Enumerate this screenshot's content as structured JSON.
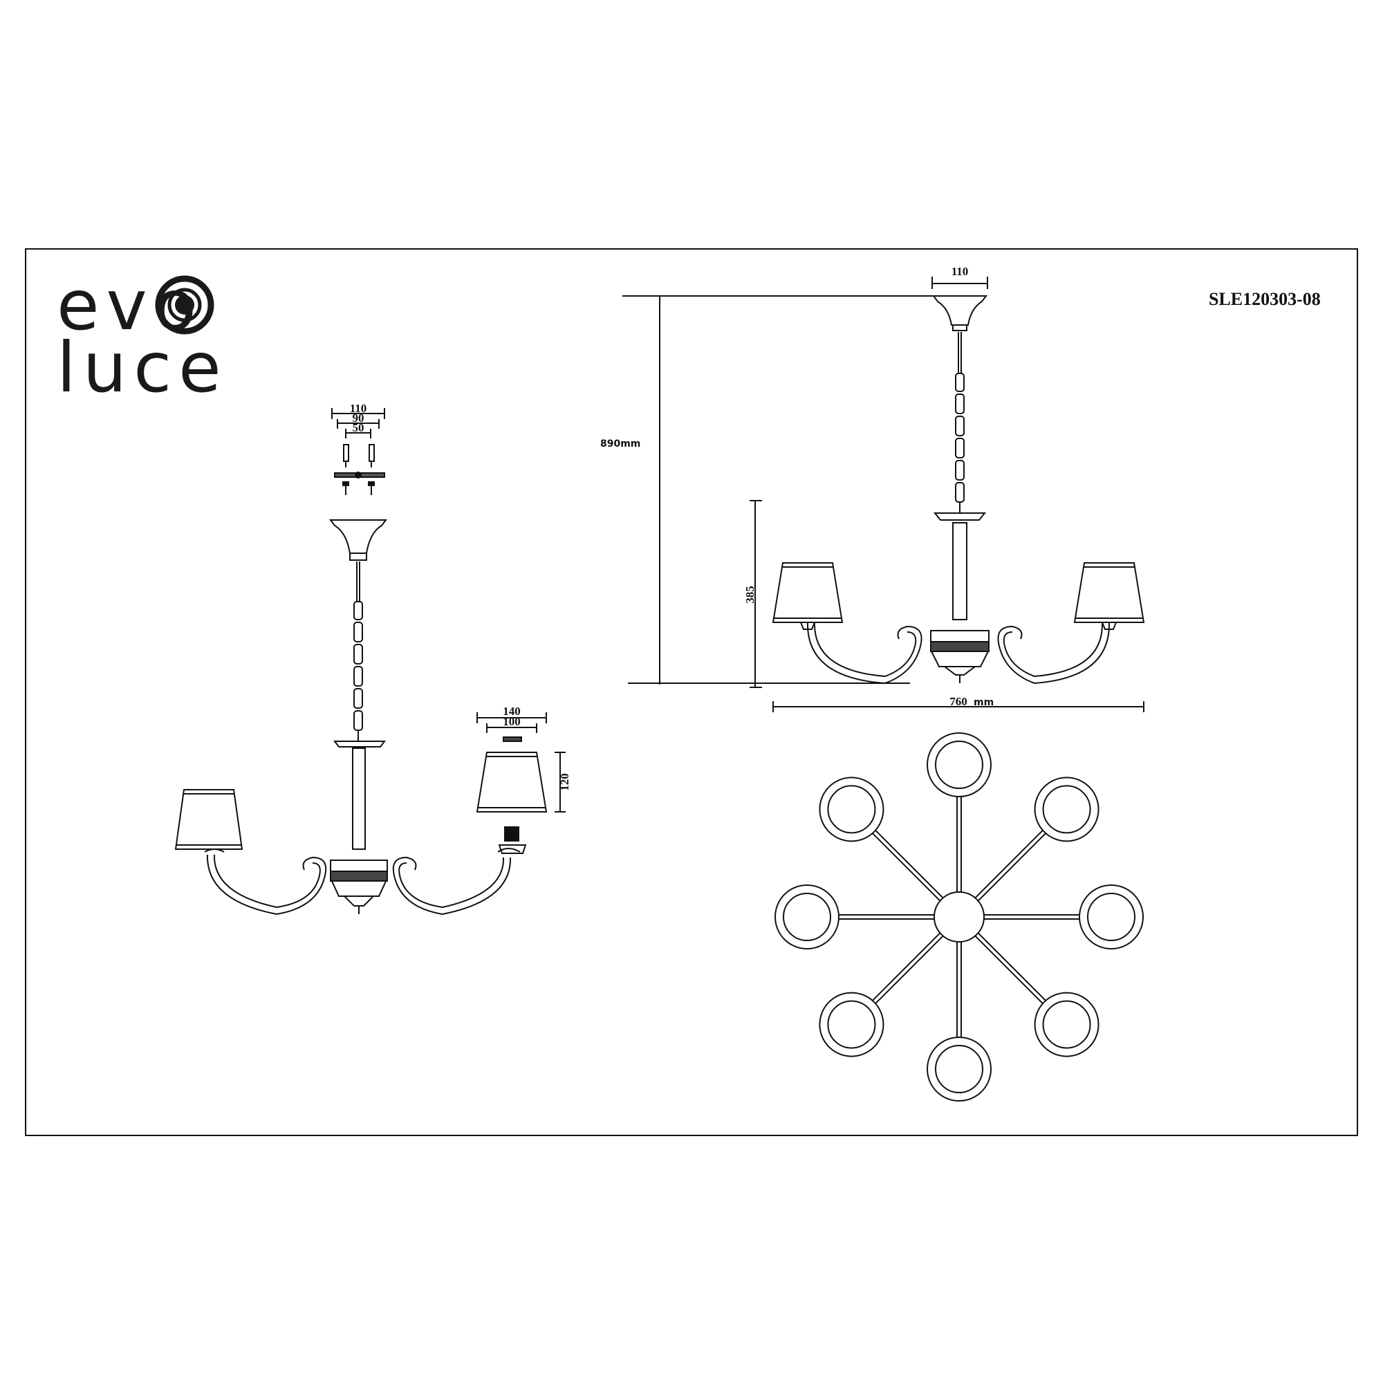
{
  "brand": {
    "line1": "evo",
    "line2": "luce"
  },
  "model_code": "SLE120303-08",
  "left_view": {
    "mount_dims": [
      "110",
      "90",
      "50"
    ],
    "shade_dims": [
      "140",
      "100",
      "120"
    ]
  },
  "front_view": {
    "canopy_width": "110",
    "total_height": "890mm",
    "body_height": "385",
    "span_value": "760",
    "span_unit": "mm"
  },
  "top_view": {
    "arm_count": 8
  }
}
